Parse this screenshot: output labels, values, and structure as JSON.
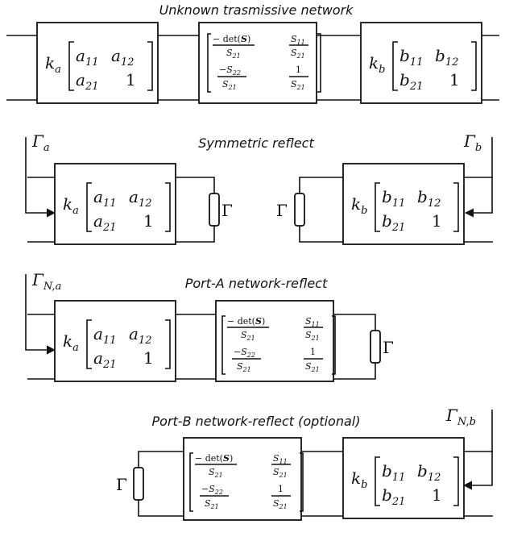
{
  "titles": {
    "unknown": "Unknown trasmissive network",
    "symmetric": "Symmetric reflect",
    "porta": "Port-A network-reflect",
    "portb": "Port-B network-reflect (optional)"
  },
  "errorbox_a": {
    "k": "k",
    "k_sub": "a",
    "m11": "a",
    "m11_sub": "11",
    "m12": "a",
    "m12_sub": "12",
    "m21": "a",
    "m21_sub": "21",
    "m22": "1"
  },
  "errorbox_b": {
    "k": "k",
    "k_sub": "b",
    "m11": "b",
    "m11_sub": "11",
    "m12": "b",
    "m12_sub": "12",
    "m21": "b",
    "m21_sub": "21",
    "m22": "1"
  },
  "network_matrix": {
    "n11": "− det(S)",
    "d11": "S21",
    "n12": "S11",
    "d12": "S21",
    "n21": "−S22",
    "d21": "S21",
    "n22": "1",
    "d22": "S21"
  },
  "labels": {
    "gamma": "Γ",
    "gamma_a": "Γa",
    "gamma_b": "Γb",
    "gamma_na": "ΓN,a",
    "gamma_nb": "ΓN,b"
  }
}
